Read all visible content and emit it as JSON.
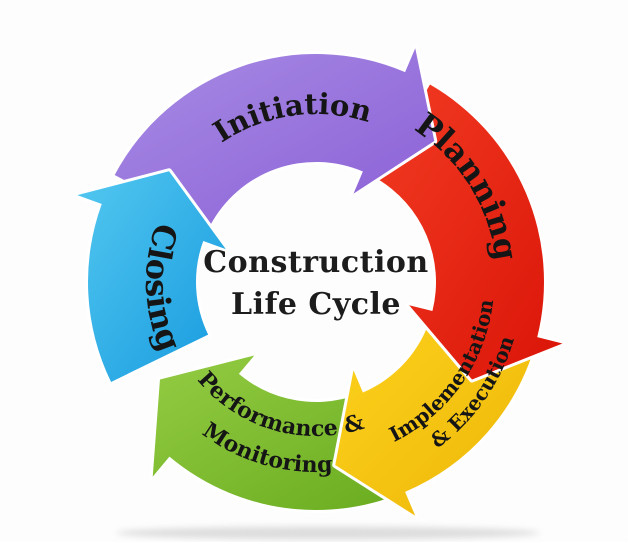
{
  "diagram": {
    "type": "cycle-diagram",
    "title_line1": "Construction",
    "title_line2": "Life Cycle",
    "direction": "clockwise",
    "text_color": "#151515",
    "background": "#fdfdfd",
    "segments": [
      {
        "id": "initiation",
        "label_lines": [
          "Initiation"
        ],
        "color_light": "#a78ce4",
        "color_dark": "#8b5fd6"
      },
      {
        "id": "planning",
        "label_lines": [
          "Planning"
        ],
        "color_light": "#f23b22",
        "color_dark": "#da1408"
      },
      {
        "id": "implementation",
        "label_lines": [
          "Implementation",
          "& Execution"
        ],
        "color_light": "#fdd31d",
        "color_dark": "#edb508"
      },
      {
        "id": "performance",
        "label_lines": [
          "Performance &",
          "Monitoring"
        ],
        "color_light": "#94cc44",
        "color_dark": "#67aa1d"
      },
      {
        "id": "closing",
        "label_lines": [
          "Closing"
        ],
        "color_light": "#53c8f0",
        "color_dark": "#179adf"
      }
    ]
  }
}
